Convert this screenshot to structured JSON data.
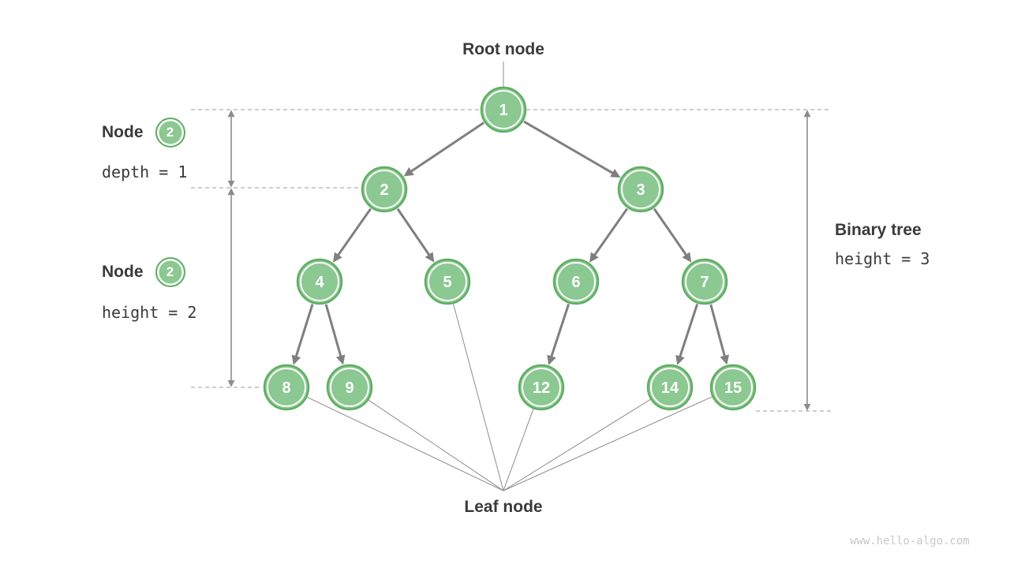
{
  "labels": {
    "root_node": "Root node",
    "leaf_node": "Leaf node"
  },
  "annotations": {
    "node_depth": {
      "title": "Node",
      "badge_value": "2",
      "detail": "depth = 1"
    },
    "node_height": {
      "title": "Node",
      "badge_value": "2",
      "detail": "height = 2"
    },
    "binary_tree": {
      "title": "Binary tree",
      "detail": "height = 3"
    }
  },
  "watermark": "www.hello-algo.com",
  "colors": {
    "node_fill": "#8cc891",
    "node_border": "#5fae63",
    "node_inner_ring": "#ffffff",
    "node_text": "#ffffff",
    "edge_arrow": "#7f7f7f",
    "thin_line": "#8c8c8c",
    "dashed_line": "#9b9b9b",
    "measure_arrow": "#8c8c8c",
    "label_text": "#3a3a3a",
    "watermark_text": "#c8c8c8"
  },
  "tree": {
    "nodes": [
      "1",
      "2",
      "3",
      "4",
      "5",
      "6",
      "7",
      "8",
      "9",
      "12",
      "14",
      "15"
    ],
    "edges": [
      [
        "1",
        "2"
      ],
      [
        "1",
        "3"
      ],
      [
        "2",
        "4"
      ],
      [
        "2",
        "5"
      ],
      [
        "3",
        "6"
      ],
      [
        "3",
        "7"
      ],
      [
        "4",
        "8"
      ],
      [
        "4",
        "9"
      ],
      [
        "6",
        "12"
      ],
      [
        "7",
        "14"
      ],
      [
        "7",
        "15"
      ]
    ],
    "leaf_ids": [
      "8",
      "9",
      "5",
      "12",
      "14",
      "15"
    ]
  }
}
